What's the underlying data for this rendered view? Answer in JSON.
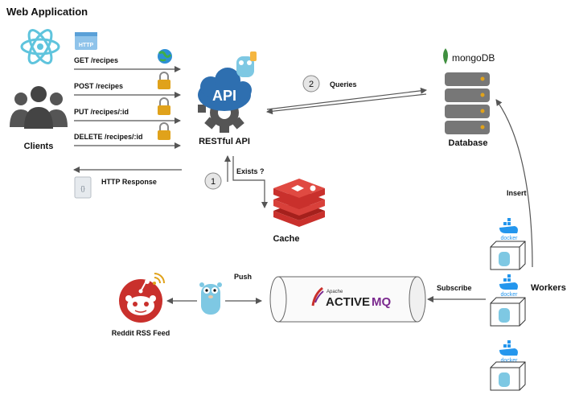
{
  "title": "Web Application",
  "clients": {
    "label": "Clients"
  },
  "http_badge": "HTTP",
  "requests": [
    {
      "label": "GET /recipes"
    },
    {
      "label": "POST /recipes"
    },
    {
      "label": "PUT /recipes/:id"
    },
    {
      "label": "DELETE /recipes/:id"
    }
  ],
  "response": {
    "label": "HTTP Response"
  },
  "api": {
    "label": "RESTful API",
    "badge": "API"
  },
  "queries": {
    "step": "2",
    "label": "Queries"
  },
  "exists": {
    "step": "1",
    "label": "Exists ?"
  },
  "mongodb": {
    "logo_text": "mongoDB"
  },
  "database": {
    "label": "Database"
  },
  "cache": {
    "label": "Cache"
  },
  "insert": {
    "label": "Insert"
  },
  "workers": {
    "label": "Workers",
    "docker_text": "docker"
  },
  "push": {
    "label": "Push"
  },
  "subscribe": {
    "label": "Subscribe"
  },
  "activemq": {
    "apache": "Apache",
    "name_a": "ACTIVE",
    "name_b": "MQ"
  },
  "reddit": {
    "label": "Reddit RSS Feed"
  },
  "colors": {
    "react": "#5fc4dd",
    "api_blue": "#2e6fb0",
    "redis_red": "#c9302c",
    "lock_gold": "#e0a21b",
    "arrow": "#555555",
    "mongo_green": "#3f8f3f",
    "docker_blue": "#2496ed",
    "gopher": "#7ec8e3",
    "reddit_orange": "#ff4500"
  }
}
